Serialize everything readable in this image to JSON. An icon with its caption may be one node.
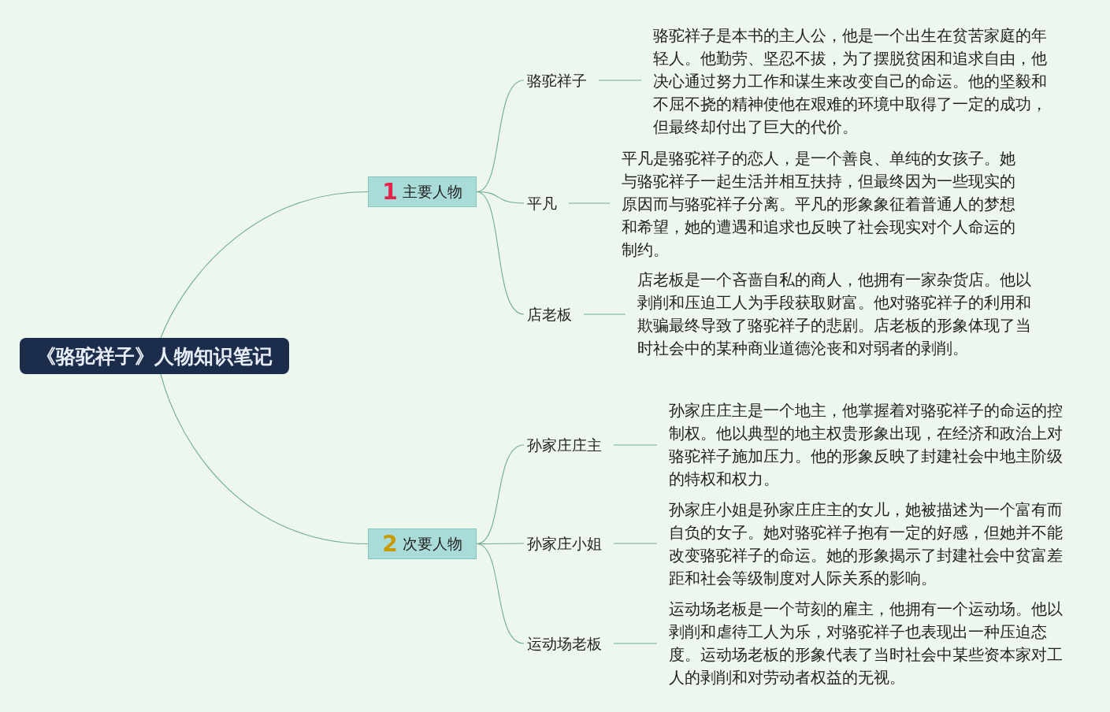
{
  "diagram": {
    "nodes": [
      {
        "text": [
          "《骆驼祥子》人物知识笔记"
        ]
      },
      {
        "text": [
          "1",
          "主要人物"
        ]
      },
      {
        "text": [
          "骆驼祥子"
        ]
      },
      {
        "text": [
          "骆驼祥子是本书的主人公，他是一个出生在贫苦家庭的年轻人。他勤劳、坚忍不拔，为了摆脱贫困和追求自由，他决心通过努力工作和谋生来改变自己的命运。他的坚毅和不屈不挠的精神使他在艰难的环境中取得了一定的成功，但最终却付出了巨大的代价。"
        ]
      },
      {
        "text": [
          "平凡"
        ]
      },
      {
        "text": [
          "平凡是骆驼祥子的恋人，是一个善良、单纯的女孩子。她与骆驼祥子一起生活并相互扶持，但最终因为一些现实的原因而与骆驼祥子分离。平凡的形象象征着普通人的梦想和希望，她的遭遇和追求也反映了社会现实对个人命运的制约。"
        ]
      },
      {
        "text": [
          "店老板"
        ]
      },
      {
        "text": [
          "店老板是一个吝啬自私的商人，他拥有一家杂货店。他以剥削和压迫工人为手段获取财富。他对骆驼祥子的利用和欺骗最终导致了骆驼祥子的悲剧。店老板的形象体现了当时社会中的某种商业道德沦丧和对弱者的剥削。"
        ]
      },
      {
        "text": [
          "2",
          "次要人物"
        ]
      },
      {
        "text": [
          "孙家庄庄主"
        ]
      },
      {
        "text": [
          "孙家庄庄主是一个地主，他掌握着对骆驼祥子的命运的控制权。他以典型的地主权贵形象出现，在经济和政治上对骆驼祥子施加压力。他的形象反映了封建社会中地主阶级的特权和权力。"
        ]
      },
      {
        "text": [
          "孙家庄小姐"
        ]
      },
      {
        "text": [
          "孙家庄小姐是孙家庄庄主的女儿，她被描述为一个富有而自负的女子。她对骆驼祥子抱有一定的好感，但她并不能改变骆驼祥子的命运。她的形象揭示了封建社会中贫富差距和社会等级制度对人际关系的影响。"
        ]
      },
      {
        "text": [
          "运动场老板"
        ]
      },
      {
        "text": [
          "运动场老板是一个苛刻的雇主，他拥有一个运动场。他以剥削和虐待工人为乐，对骆驼祥子也表现出一种压迫态度。运动场老板的形象代表了当时社会中某些资本家对工人的剥削和对劳动者权益的无视。"
        ]
      }
    ],
    "edges": [
      {
        "from": 0,
        "to": 1,
        "arrow": "none"
      },
      {
        "from": 0,
        "to": 8,
        "arrow": "none"
      },
      {
        "from": 1,
        "to": 2,
        "arrow": "none"
      },
      {
        "from": 1,
        "to": 4,
        "arrow": "none"
      },
      {
        "from": 1,
        "to": 6,
        "arrow": "none"
      },
      {
        "from": 2,
        "to": 3,
        "arrow": "none"
      },
      {
        "from": 4,
        "to": 5,
        "arrow": "none"
      },
      {
        "from": 6,
        "to": 7,
        "arrow": "none"
      },
      {
        "from": 8,
        "to": 9,
        "arrow": "none"
      },
      {
        "from": 8,
        "to": 11,
        "arrow": "none"
      },
      {
        "from": 8,
        "to": 13,
        "arrow": "none"
      },
      {
        "from": 9,
        "to": 10,
        "arrow": "none"
      },
      {
        "from": 11,
        "to": 12,
        "arrow": "none"
      },
      {
        "from": 13,
        "to": 14,
        "arrow": "none"
      }
    ]
  }
}
